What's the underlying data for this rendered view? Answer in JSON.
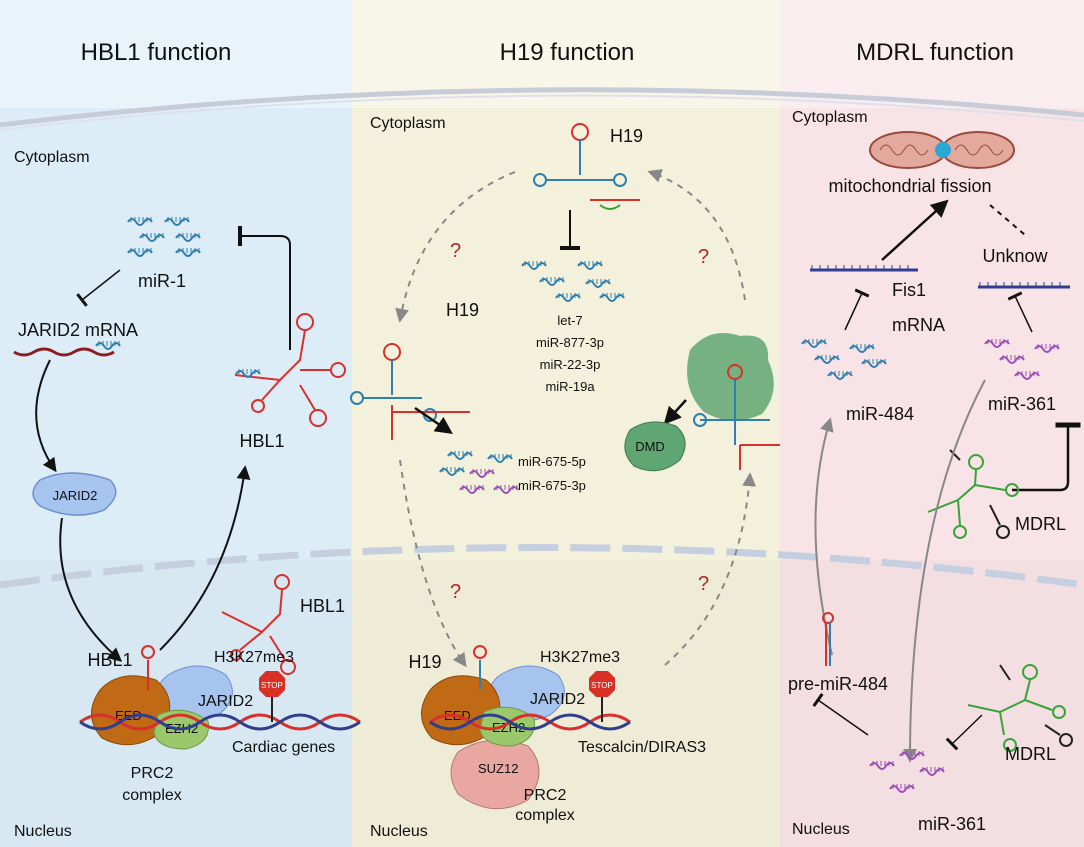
{
  "panels": {
    "hbl1": {
      "title": "HBL1 function",
      "cytoplasm": "Cytoplasm",
      "nucleus": "Nucleus",
      "mir1": "miR-1",
      "jarid2_mrna": "JARID2 mRNA",
      "jarid2": "JARID2",
      "hbl1_cyto": "HBL1",
      "hbl1_nuc": "HBL1",
      "hbl1_complex": "HBL1",
      "h3k27me3": "H3K27me3",
      "eed": "EED",
      "ezh2": "EZH2",
      "jarid2_complex": "JARID2",
      "cardiac_genes": "Cardiac genes",
      "prc2": "PRC2",
      "complex": "complex",
      "stop": "STOP"
    },
    "h19": {
      "title": "H19 function",
      "cytoplasm": "Cytoplasm",
      "nucleus": "Nucleus",
      "h19_top": "H19",
      "h19_left": "H19",
      "h19_nuc": "H19",
      "mirnas": [
        "let-7",
        "miR-877-3p",
        "miR-22-3p",
        "miR-19a"
      ],
      "mir675_5p": "miR-675-5p",
      "mir675_3p": "miR-675-3p",
      "dmd": "DMD",
      "h3k27me3": "H3K27me3",
      "eed": "EED",
      "ezh2": "EZH2",
      "suz12": "SUZ12",
      "jarid2": "JARID2",
      "targets": "Tescalcin/DIRAS3",
      "prc2": "PRC2",
      "complex": "complex",
      "question": "?",
      "stop": "STOP"
    },
    "mdrl": {
      "title": "MDRL function",
      "cytoplasm": "Cytoplasm",
      "nucleus": "Nucleus",
      "fission": "mitochondrial fission",
      "unknow": "Unknow",
      "fis1": "Fis1",
      "mrna": "mRNA",
      "mir484": "miR-484",
      "mir361_cyto": "miR-361",
      "mdrl_cyto": "MDRL",
      "pre_mir484": "pre-miR-484",
      "mdrl_nuc": "MDRL",
      "mir361_nuc": "miR-361"
    }
  },
  "colors": {
    "hbl1_bg": "#dcedf8",
    "h19_bg": "#f3f1dc",
    "mdrl_bg": "#f8e3e6",
    "rna_blue": "#2f7fb0",
    "rna_red": "#d9302c",
    "rna_purple": "#9a4fb8",
    "rna_green": "#3aa33a",
    "jarid2": "#a6c4ee",
    "eed": "#c06a16",
    "ezh2": "#9ac86a",
    "suz12": "#e8a7a1",
    "dmd": "#5fa672"
  }
}
